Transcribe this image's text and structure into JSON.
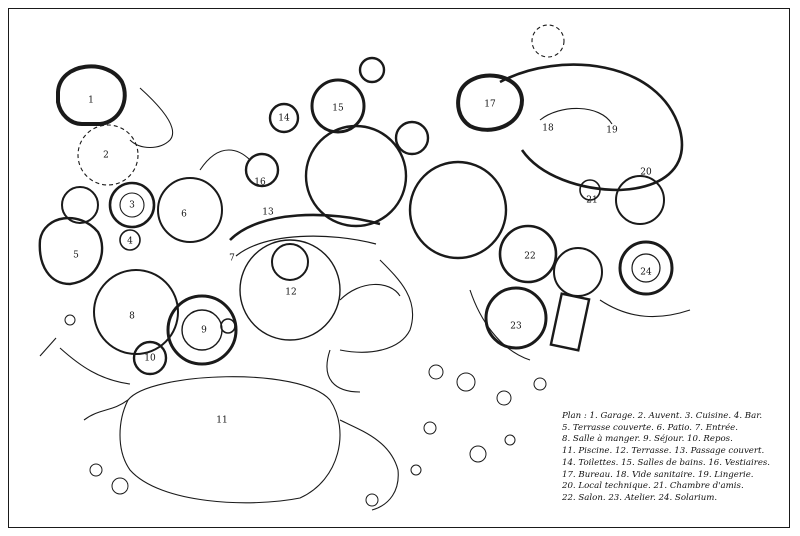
{
  "room_numbers": [
    "1",
    "2",
    "3",
    "4",
    "5",
    "6",
    "7",
    "8",
    "9",
    "10",
    "11",
    "12",
    "13",
    "14",
    "15",
    "16",
    "17",
    "18",
    "19",
    "20",
    "21",
    "22",
    "23",
    "24"
  ],
  "legend_lines": [
    "Plan : 1. Garage. 2. Auvent. 3. Cuisine. 4. Bar.",
    "5. Terrasse couverte. 6. Patio. 7. Entrée.",
    "8. Salle à manger. 9. Séjour. 10. Repos.",
    "11. Piscine. 12. Terrasse. 13. Passage couvert.",
    "14. Toilettes. 15. Salles de bains. 16. Vestiaires.",
    "17. Bureau. 18. Vide sanitaire. 19. Lingerie.",
    "20. Local technique. 21. Chambre d'amis.",
    "22. Salon. 23. Atelier. 24. Solarium."
  ],
  "colors": {
    "ink": "#1a1a1a",
    "paper": "#ffffff"
  }
}
